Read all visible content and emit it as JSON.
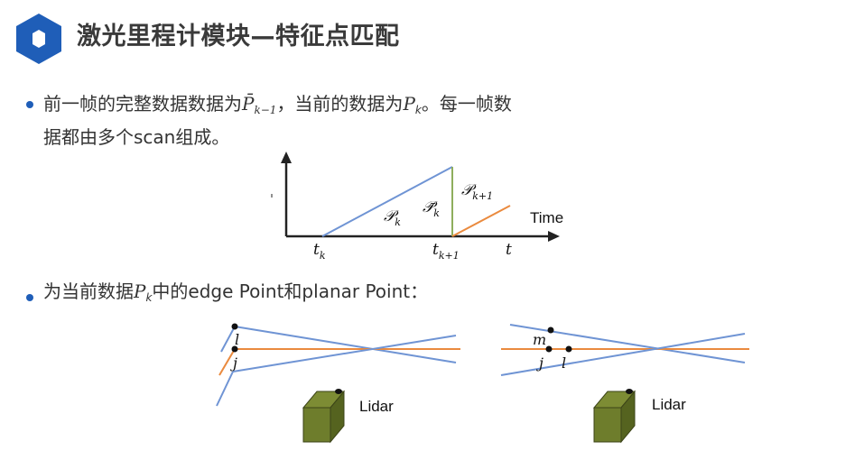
{
  "header": {
    "title": "激光里程计模块—特征点匹配",
    "accent_color": "#1f5eb8"
  },
  "bullet1": {
    "part1": "前一帧的完整数据数据为",
    "prev_symbol": "P̄",
    "prev_sub": "k−1",
    "part2": "，当前的数据为",
    "cur_symbol": "P",
    "cur_sub": "k",
    "part3": "。每一帧数",
    "line2": "据都由多个scan组成。"
  },
  "timeline": {
    "y_arrow": "",
    "axis_label": "Time",
    "t_label": "t",
    "tk": "t",
    "tk_sub": "k",
    "tk1": "t",
    "tk1_sub": "k+1",
    "pk": "𝒫",
    "pk_sub": "k",
    "pbar": "𝒫̄",
    "pbar_sub": "k",
    "pk1": "𝒫",
    "pk1_sub": "k+1",
    "colors": {
      "blue": "#6f94d4",
      "green": "#8fae5d",
      "orange": "#ea8a3e"
    }
  },
  "bullet2": {
    "part1": "为当前数据",
    "symbol": "P",
    "sub": "k",
    "part2": "中的edge Point和planar Point："
  },
  "edge_diagram": {
    "label_l": "l",
    "label_j": "j",
    "lidar_label": "Lidar"
  },
  "planar_diagram": {
    "label_m": "m",
    "label_j": "j",
    "label_l": "l",
    "lidar_label": "Lidar"
  }
}
